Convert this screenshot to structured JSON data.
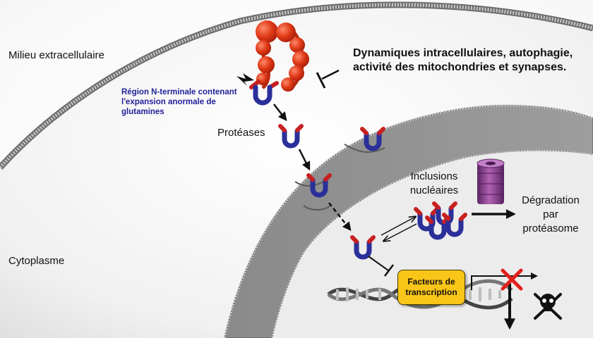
{
  "labels": {
    "extracellular": "Milieu extracellulaire",
    "cytoplasm": "Cytoplasme",
    "title_line1": "Dynamiques intracellulaires, autophagie,",
    "title_line2": "activité des mitochondries et synapses.",
    "nterm_line1": "Région N-terminale contenant",
    "nterm_line2": "l'expansion anormale de",
    "nterm_line3": "glutamines",
    "proteases": "Protéases",
    "inclusions_line1": "Inclusions",
    "inclusions_line2": "nucléaires",
    "degradation_line1": "Dégradation",
    "degradation_line2": "par",
    "degradation_line3": "protéasome",
    "tf_line1": "Facteurs de",
    "tf_line2": "transcription"
  },
  "icons": [
    "lightning-icon",
    "inhibition-icon",
    "proteasome-icon",
    "cross-icon",
    "skull-crossbones-icon",
    "dna-helix-icon"
  ],
  "colors": {
    "protein_red": "#d93a1f",
    "fragment_blue": "#2a2f9a",
    "fragment_red": "#c82020",
    "tf_box": "#f9c518",
    "proteasome": "#8a3f90",
    "cross": "#e0201c",
    "label_blue": "#22229a"
  }
}
